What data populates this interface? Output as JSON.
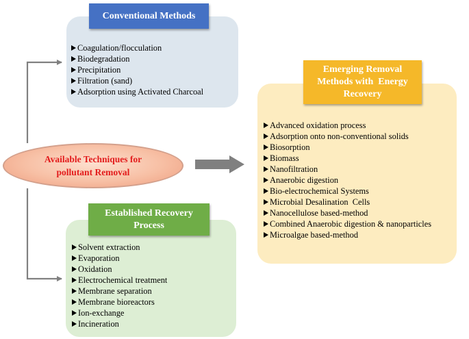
{
  "center": {
    "line1": "Available Techniques for",
    "line2": "pollutant Removal"
  },
  "conventional": {
    "title": "Conventional Methods",
    "items": [
      "Coagulation/flocculation",
      "Biodegradation",
      "Precipitation",
      "Filtration (sand)",
      "Adsorption using Activated Charcoal"
    ]
  },
  "established": {
    "title_line1": "Established Recovery",
    "title_line2": "Process",
    "items": [
      "Solvent extraction",
      "Evaporation",
      "Oxidation",
      "Electrochemical treatment",
      "Membrane separation",
      "Membrane bioreactors",
      "Ion-exchange",
      "Incineration"
    ]
  },
  "emerging": {
    "title_line1": "Emerging Removal",
    "title_line2": "Methods with  Energy",
    "title_line3": "Recovery",
    "items": [
      "Advanced oxidation process",
      "Adsorption onto non-conventional solids",
      "Biosorption",
      "Biomass",
      "Nanofiltration",
      "Anaerobic digestion",
      "Bio-electrochemical Systems",
      "Microbial Desalination  Cells",
      "Nanocellulose based-method",
      "Combined Anaerobic digestion & nanoparticles",
      "Microalgae based-method"
    ]
  },
  "colors": {
    "conventional_header": "#4571c4",
    "established_header": "#6fad47",
    "emerging_header": "#f5b829",
    "center_text": "#e31c1c",
    "connector": "#808080"
  }
}
